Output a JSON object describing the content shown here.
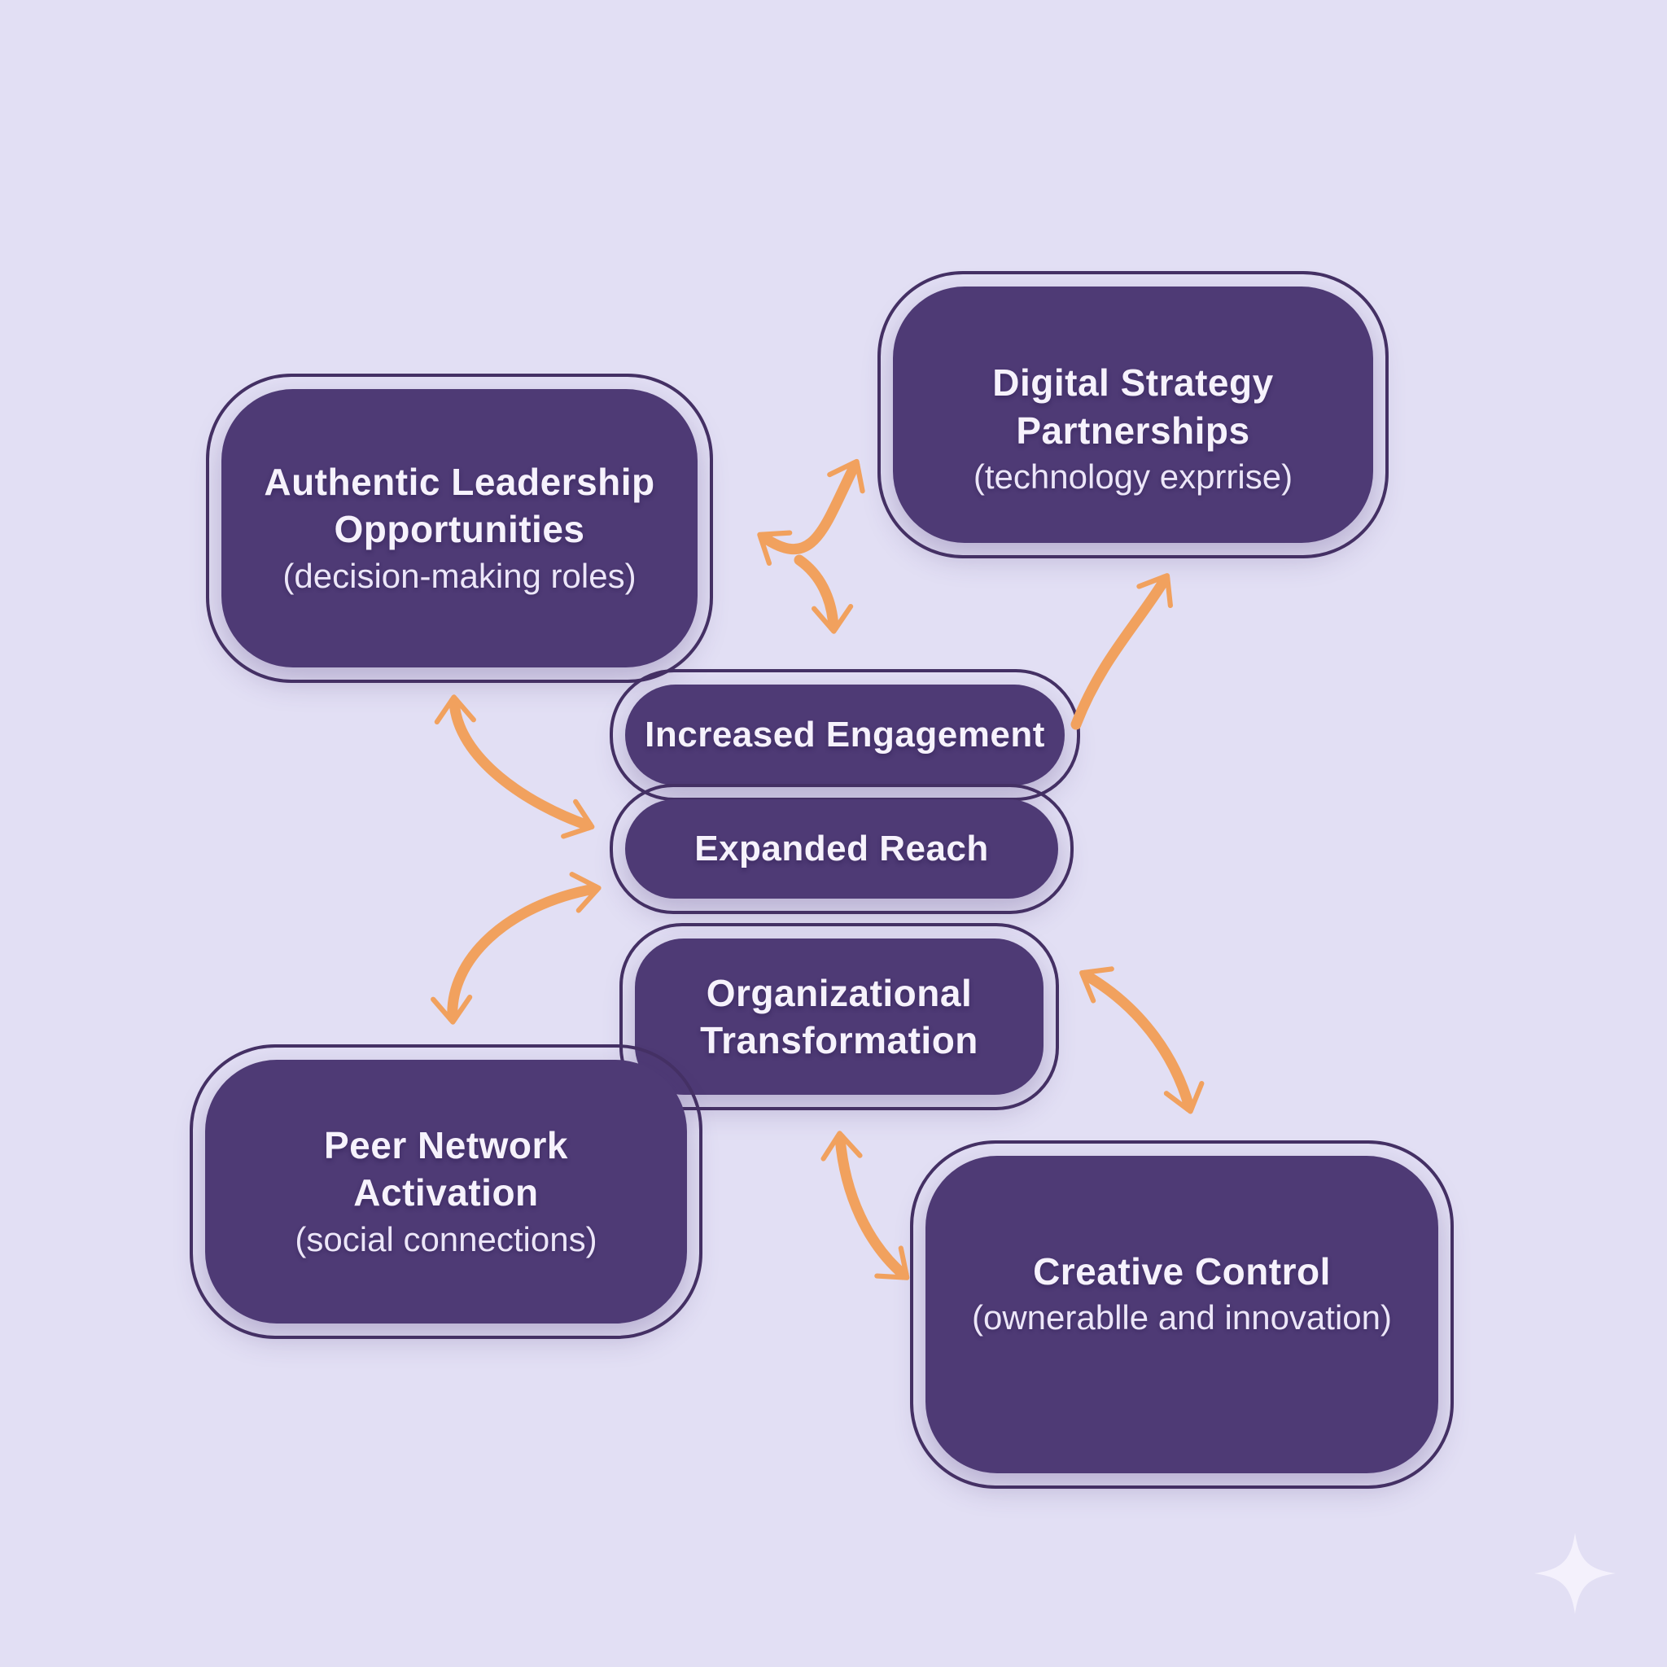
{
  "diagram": {
    "title": "Organizational transformation concept map",
    "colors": {
      "background": "#e2dff4",
      "node_fill": "#4e3a75",
      "node_outline": "#443064",
      "node_text": "#f6f2fc",
      "arrow": "#f1a15e",
      "sparkle": "#f4f1fc"
    },
    "icons": {
      "sparkle": "four-point-star"
    },
    "nodes": [
      {
        "id": "authentic-leadership",
        "title": "Authentic Leadership\nOpportunities",
        "subtitle": "(decision-making roles)"
      },
      {
        "id": "digital-strategy",
        "title": "Digital Strategy\nPartnerships",
        "subtitle": "(technology exprrise)"
      },
      {
        "id": "increased-engagement",
        "title": "Increased Engagement",
        "subtitle": ""
      },
      {
        "id": "expanded-reach",
        "title": "Expanded Reach",
        "subtitle": ""
      },
      {
        "id": "organizational-transformation",
        "title": "Organizational\nTransformation",
        "subtitle": ""
      },
      {
        "id": "peer-network-activation",
        "title": "Peer Network\nActivation",
        "subtitle": "(social connections)"
      },
      {
        "id": "creative-control",
        "title": "Creative Control",
        "subtitle": "(ownerablle and innovation)"
      }
    ],
    "connections": [
      {
        "from": "authentic-leadership",
        "to": "digital-strategy",
        "style": "double-headed"
      },
      {
        "from": "authentic-leadership",
        "to": "increased-engagement",
        "style": "single-headed"
      },
      {
        "from": "increased-engagement",
        "to": "digital-strategy",
        "style": "single-headed"
      },
      {
        "from": "authentic-leadership",
        "to": "expanded-reach",
        "style": "double-headed"
      },
      {
        "from": "expanded-reach",
        "to": "peer-network-activation",
        "style": "double-headed"
      },
      {
        "from": "organizational-transformation",
        "to": "creative-control-top",
        "style": "double-headed"
      },
      {
        "from": "organizational-transformation",
        "to": "creative-control-left",
        "style": "double-headed"
      }
    ]
  }
}
